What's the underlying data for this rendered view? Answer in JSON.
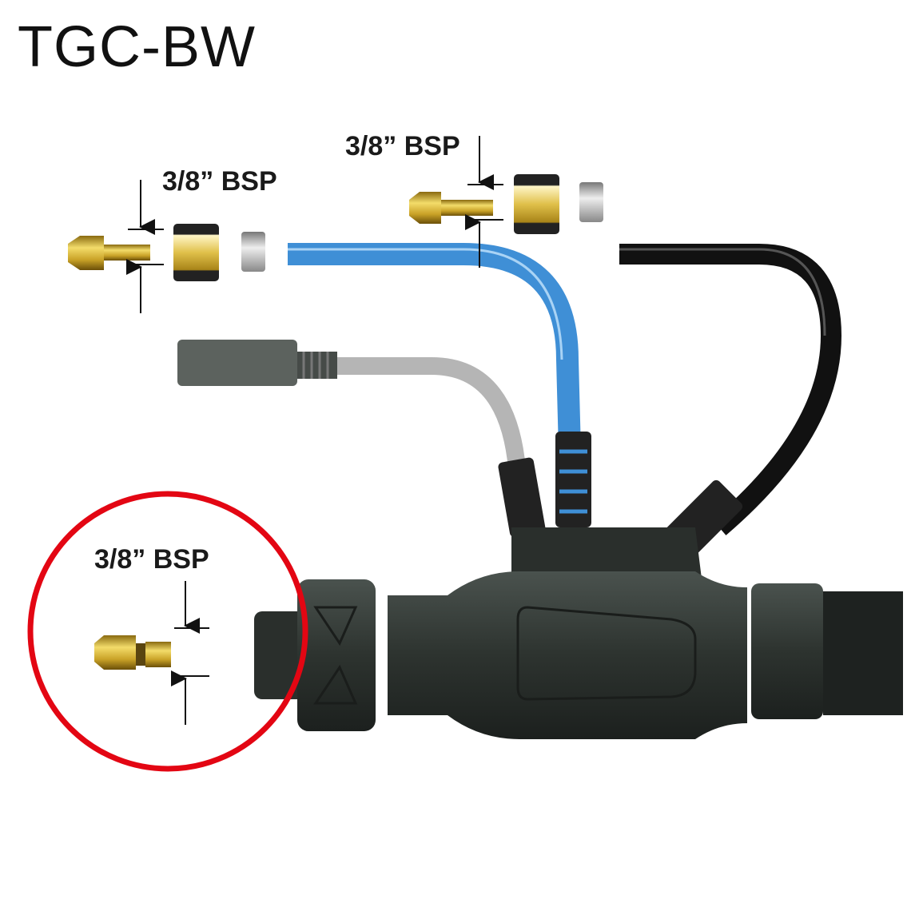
{
  "title": "TGC-BW",
  "labels": {
    "left_fitting": "3/8” BSP",
    "top_fitting": "3/8” BSP",
    "circled_fitting": "3/8” BSP"
  },
  "colors": {
    "highlight_circle": "#e30613",
    "water_hose": "#3f8fd6",
    "gas_hose": "#b5b5b5",
    "power_cable": "#111111",
    "handle": "#2f3532",
    "brass": "#c9a227"
  }
}
